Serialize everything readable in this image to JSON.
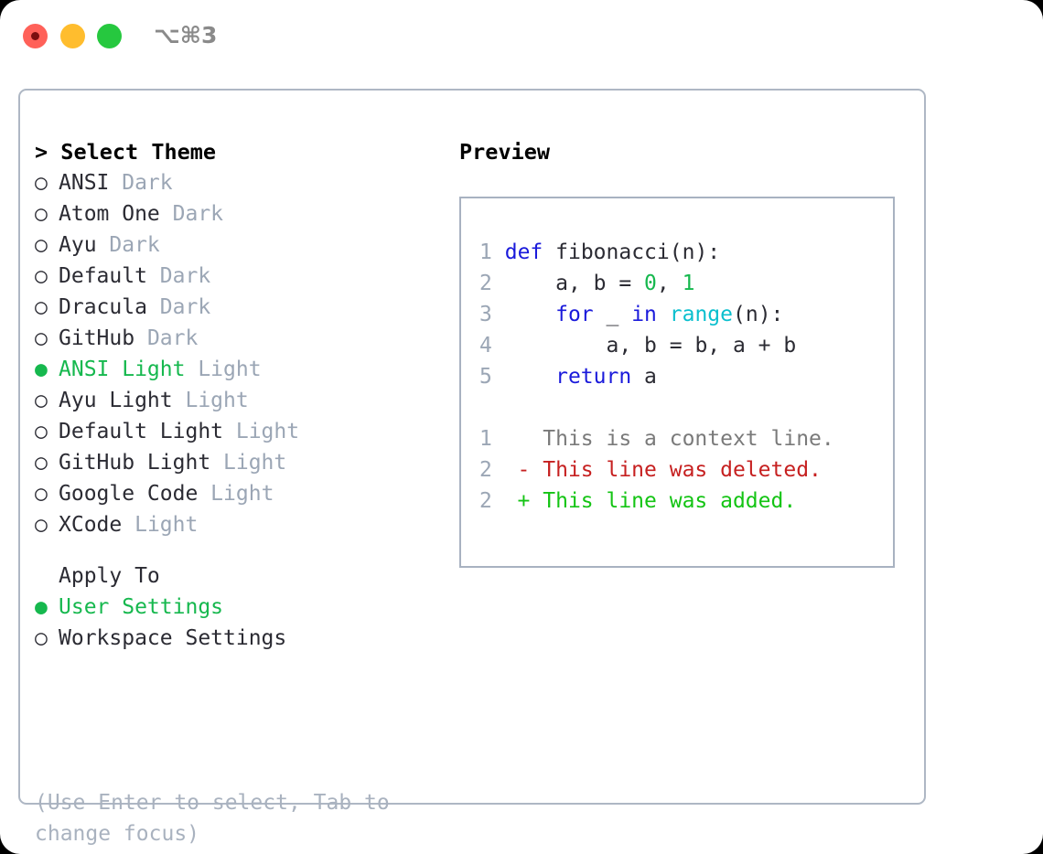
{
  "window": {
    "shortcut_label": "⌥⌘3",
    "traffic_lights": [
      {
        "name": "close",
        "color": "#FF6159"
      },
      {
        "name": "minimize",
        "color": "#FFBD2E"
      },
      {
        "name": "maximize",
        "color": "#26C83F"
      }
    ]
  },
  "theme_picker": {
    "heading": "> Select Theme",
    "items": [
      {
        "marker": "○",
        "name": "ANSI",
        "suffix": "Dark",
        "selected": false
      },
      {
        "marker": "○",
        "name": "Atom One",
        "suffix": "Dark",
        "selected": false
      },
      {
        "marker": "○",
        "name": "Ayu",
        "suffix": "Dark",
        "selected": false
      },
      {
        "marker": "○",
        "name": "Default",
        "suffix": "Dark",
        "selected": false
      },
      {
        "marker": "○",
        "name": "Dracula",
        "suffix": "Dark",
        "selected": false
      },
      {
        "marker": "○",
        "name": "GitHub",
        "suffix": "Dark",
        "selected": false
      },
      {
        "marker": "●",
        "name": "ANSI Light",
        "suffix": "Light",
        "selected": true
      },
      {
        "marker": "○",
        "name": "Ayu Light",
        "suffix": "Light",
        "selected": false
      },
      {
        "marker": "○",
        "name": "Default Light",
        "suffix": "Light",
        "selected": false
      },
      {
        "marker": "○",
        "name": "GitHub Light",
        "suffix": "Light",
        "selected": false
      },
      {
        "marker": "○",
        "name": "Google Code",
        "suffix": "Light",
        "selected": false
      },
      {
        "marker": "○",
        "name": "XCode",
        "suffix": "Light",
        "selected": false
      }
    ]
  },
  "apply_to": {
    "heading": "Apply To",
    "items": [
      {
        "marker": "●",
        "name": "User Settings",
        "selected": true
      },
      {
        "marker": "○",
        "name": "Workspace Settings",
        "selected": false
      }
    ]
  },
  "hint": "(Use Enter to select, Tab to change focus)",
  "preview": {
    "title": "Preview",
    "code_lines": [
      {
        "no": "1",
        "tokens": [
          {
            "t": "def",
            "c": "kw"
          },
          {
            "t": " ",
            "c": "punc"
          },
          {
            "t": "fibonacci",
            "c": "id"
          },
          {
            "t": "(n):",
            "c": "punc"
          }
        ]
      },
      {
        "no": "2",
        "tokens": [
          {
            "t": "    a, b ",
            "c": "id"
          },
          {
            "t": "= ",
            "c": "punc"
          },
          {
            "t": "0",
            "c": "num"
          },
          {
            "t": ", ",
            "c": "punc"
          },
          {
            "t": "1",
            "c": "num"
          }
        ]
      },
      {
        "no": "3",
        "tokens": [
          {
            "t": "    ",
            "c": "punc"
          },
          {
            "t": "for",
            "c": "kw"
          },
          {
            "t": " _ ",
            "c": "id"
          },
          {
            "t": "in",
            "c": "kw"
          },
          {
            "t": " ",
            "c": "punc"
          },
          {
            "t": "range",
            "c": "fn"
          },
          {
            "t": "(n):",
            "c": "punc"
          }
        ]
      },
      {
        "no": "4",
        "tokens": [
          {
            "t": "        a, b ",
            "c": "id"
          },
          {
            "t": "= ",
            "c": "punc"
          },
          {
            "t": "b, a + b",
            "c": "id"
          }
        ]
      },
      {
        "no": "5",
        "tokens": [
          {
            "t": "    ",
            "c": "punc"
          },
          {
            "t": "return",
            "c": "kw"
          },
          {
            "t": " a",
            "c": "id"
          }
        ]
      }
    ],
    "diff_lines": [
      {
        "no": "1",
        "marker": "  ",
        "text": "This is a context line.",
        "kind": "context"
      },
      {
        "no": "2",
        "marker": "- ",
        "text": "This line was deleted.",
        "kind": "del"
      },
      {
        "no": "2",
        "marker": "+ ",
        "text": "This line was added.",
        "kind": "add"
      }
    ]
  },
  "colors": {
    "accent_green": "#16B84E",
    "muted": "#9BA6B5",
    "border": "#AEB7C4",
    "keyword": "#1A1ADB",
    "function": "#0ABFCE",
    "number": "#16B84E",
    "diff_add": "#14C414",
    "diff_del": "#C62020",
    "diff_context": "#7A7A7A"
  }
}
